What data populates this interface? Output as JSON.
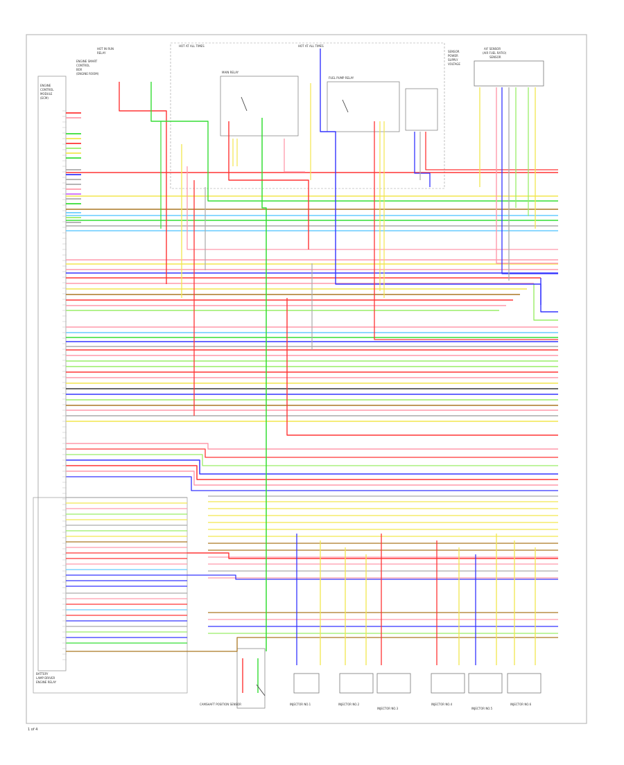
{
  "diagram": {
    "footer_code": "1 of 4",
    "ecm_label": [
      "ENGINE",
      "CONTROL",
      "MODULE",
      "(ECM)"
    ],
    "left_box_label": [
      "BATTERY",
      "LAMP DRIVER",
      "ENGINE RELAY"
    ],
    "hot_labels": [
      "HOT AT ALL TIMES",
      "HOT AT ALL TIMES"
    ],
    "top_left_label": [
      "HOT IN RUN",
      "RELAY",
      "ENGINE SMART",
      "CONTROL",
      "BOX",
      "(ENGINE ROOM)"
    ],
    "relay_labels": [
      "MAIN RELAY",
      "FUEL PUMP RELAY"
    ],
    "sensor_label": [
      "A/F SENSOR",
      "(AIR FUEL RATIO)",
      "SENSOR"
    ],
    "right_header": [
      "SENSOR",
      "POWER",
      "SUPPLY",
      "VOLTAGE"
    ],
    "bottom_labels": [
      "CAMSHAFT POSITION SENSOR",
      "INJECTOR NO.1",
      "INJECTOR NO.2",
      "INJECTOR NO.3",
      "INJECTOR NO.4",
      "INJECTOR NO.5",
      "INJECTOR NO.6"
    ],
    "wire_colors": {
      "red": "#ff3333",
      "pink": "#ff99aa",
      "yellow": "#f2e64d",
      "green": "#33dd33",
      "light_green": "#99ee66",
      "blue": "#3333ff",
      "light_blue": "#66ccff",
      "gray": "#aaaaaa",
      "black": "#333333",
      "brown": "#aa7722",
      "orange": "#ff9933",
      "violet": "#cc66ff",
      "frame": "#bbbbbb"
    }
  }
}
